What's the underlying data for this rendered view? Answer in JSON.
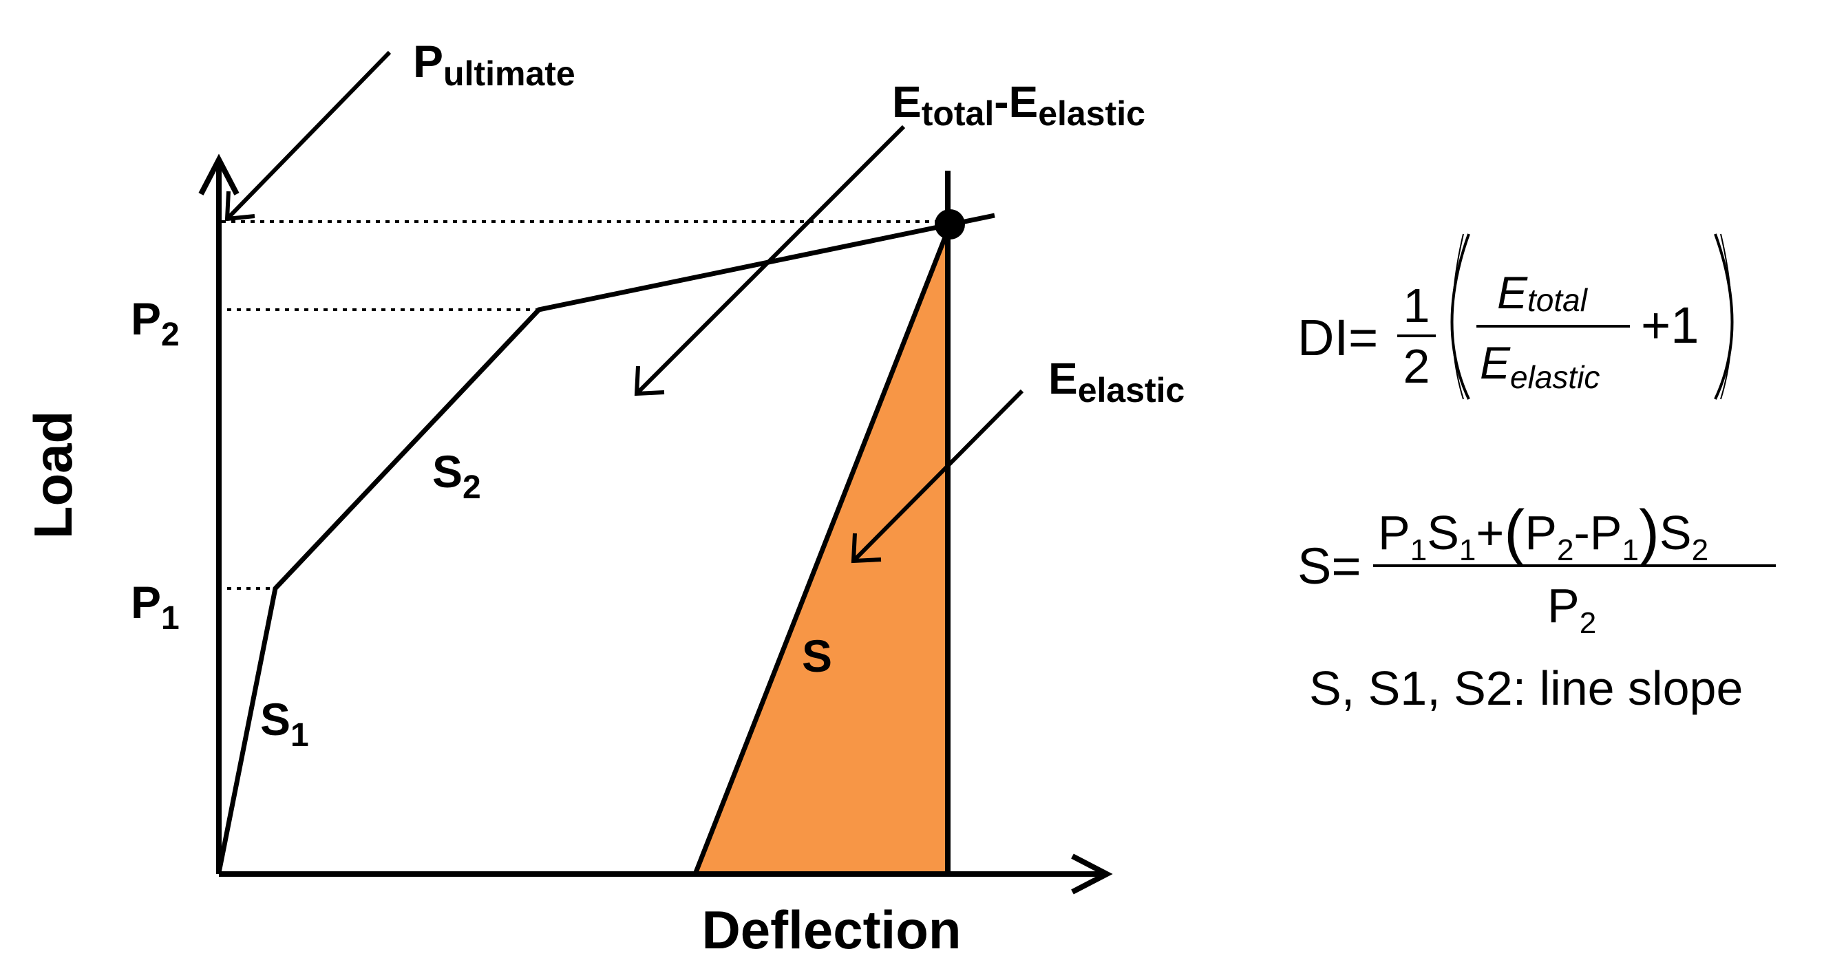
{
  "labels": {
    "p_ultimate": {
      "base": "P",
      "sub": "ultimate"
    },
    "e_total_minus_elastic": {
      "base1": "E",
      "sub1": "total",
      "dash": "-",
      "base2": "E",
      "sub2": "elastic"
    },
    "e_elastic": {
      "base": "E",
      "sub": "elastic"
    },
    "p2": {
      "base": "P",
      "sub": "2"
    },
    "p1": {
      "base": "P",
      "sub": "1"
    },
    "s1": {
      "base": "S",
      "sub": "1"
    },
    "s2": {
      "base": "S",
      "sub": "2"
    },
    "s": "S",
    "y_axis": "Load",
    "x_axis": "Deflection"
  },
  "formulas": {
    "di": {
      "lhs": "DI=",
      "half_num": "1",
      "half_den": "2",
      "frac_num_base": "E",
      "frac_num_sub": "total",
      "frac_den_base": "E",
      "frac_den_sub": "elastic",
      "plus_one": "+1"
    },
    "s": {
      "lhs": "S=",
      "num": {
        "p": "P",
        "p_sub": "1",
        "s": "S",
        "s_sub": "1",
        "plus": "+",
        "p2": "P",
        "p2_sub": "2",
        "minus": "-",
        "p1": "P",
        "p1_sub": "1",
        "s2": "S",
        "s2_sub": "2"
      },
      "den": {
        "p": "P",
        "p_sub": "2"
      },
      "note": "S, S1, S2: line slope"
    }
  },
  "colors": {
    "elastic_fill": "#F79646",
    "line": "#000000"
  }
}
